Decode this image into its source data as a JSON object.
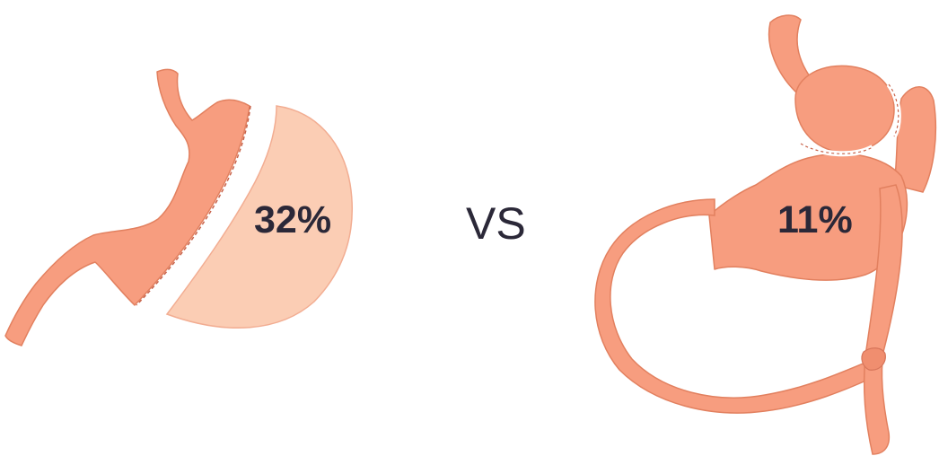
{
  "left_panel": {
    "percentage": "32%"
  },
  "separator": {
    "text": "VS"
  },
  "right_panel": {
    "percentage": "11%"
  },
  "colors": {
    "stomach": "#f79d7f",
    "stomach_edge": "#e2805f",
    "removed_part": "#fbcdb4",
    "cut_line": "#ffffff",
    "label_text": "#2b2838",
    "background": "#ffffff"
  },
  "icons": [
    "sleeve-gastrectomy-stomach",
    "gastric-bypass-stomach"
  ]
}
